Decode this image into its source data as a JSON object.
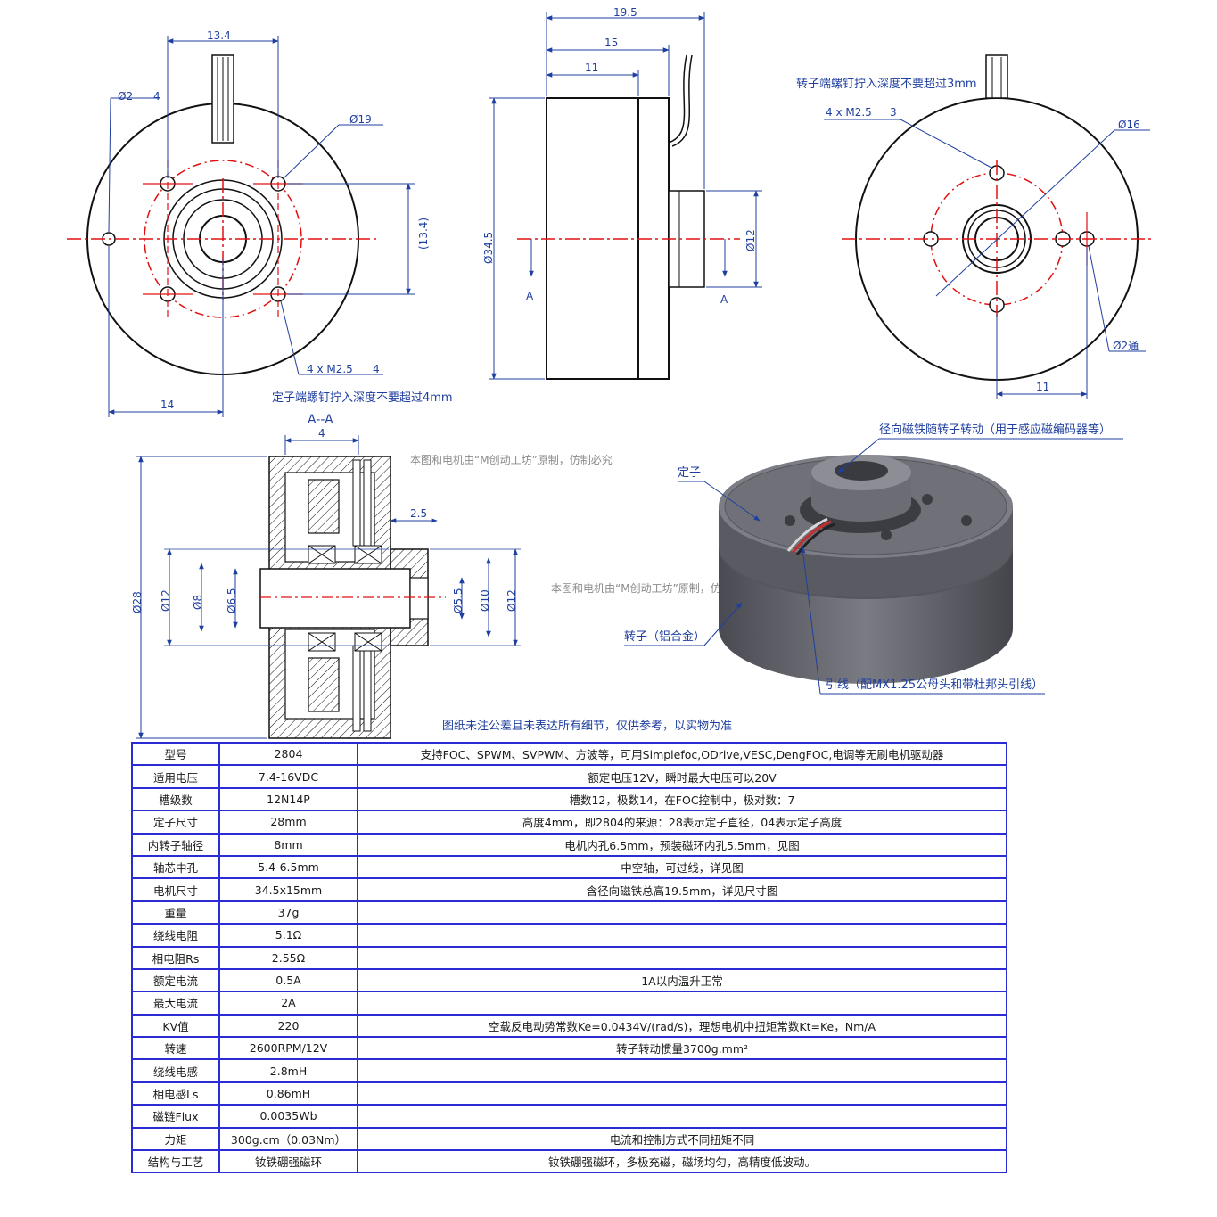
{
  "views": {
    "front": {
      "dims": {
        "top_width": "13.4",
        "side_height": "(13.4)",
        "bottom_width": "14"
      },
      "labels": {
        "hole_depth": "Ø2",
        "hole_depth_num": "4",
        "circle_dia": "Ø19",
        "screw_spec": "4 x M2.5",
        "screw_depth": "4"
      },
      "note": "定子端螺钉拧入深度不要超过4mm"
    },
    "side": {
      "dims": {
        "total_length": "19.5",
        "body_length": "15",
        "stator_length": "11",
        "diameter": "Ø34.5",
        "shaft_boss": "Ø12"
      },
      "section_marks": [
        "A",
        "A"
      ]
    },
    "back": {
      "note": "转子端螺钉拧入深度不要超过3mm",
      "labels": {
        "screw_spec": "4 x M2.5",
        "screw_depth": "3",
        "circle_dia": "Ø16",
        "through_hole": "Ø2通"
      },
      "dims": {
        "offset": "11"
      }
    },
    "section": {
      "title": "A--A",
      "dims": {
        "top": "4",
        "step": "2.5",
        "outer": "Ø28",
        "d1": "Ø12",
        "d2": "Ø8",
        "d3": "Ø6.5",
        "d4": "Ø5.5",
        "d5": "Ø10",
        "d6": "Ø12"
      }
    },
    "photo": {
      "callouts": {
        "magnet": "径向磁铁随转子转动（用于感应磁编码器等）",
        "stator": "定子",
        "rotor": "转子（铝合金）",
        "lead": "引线（配MX1.25公母头和带杜邦头引线）"
      }
    },
    "watermarks": {
      "copyright": "本图和电机由“M创动工坊”原制，仿制必究"
    }
  },
  "spec_note": "图纸未注公差且未表达所有细节，仅供参考，以实物为准",
  "specs": [
    {
      "param": "型号",
      "value": "2804",
      "note": "支持FOC、SPWM、SVPWM、方波等，可用Simplefoc,ODrive,VESC,DengFOC,电调等无刷电机驱动器"
    },
    {
      "param": "适用电压",
      "value": "7.4-16VDC",
      "note": "额定电压12V，瞬时最大电压可以20V"
    },
    {
      "param": "槽级数",
      "value": "12N14P",
      "note": "槽数12，极数14，在FOC控制中，极对数：7"
    },
    {
      "param": "定子尺寸",
      "value": "28mm",
      "note": "高度4mm，即2804的来源：28表示定子直径，04表示定子高度"
    },
    {
      "param": "内转子轴径",
      "value": "8mm",
      "note": "电机内孔6.5mm，预装磁环内孔5.5mm，见图"
    },
    {
      "param": "轴芯中孔",
      "value": "5.4-6.5mm",
      "note": "中空轴，可过线，详见图"
    },
    {
      "param": "电机尺寸",
      "value": "34.5x15mm",
      "note": "含径向磁铁总高19.5mm，详见尺寸图"
    },
    {
      "param": "重量",
      "value": "37g",
      "note": ""
    },
    {
      "param": "绕线电阻",
      "value": "5.1Ω",
      "note": ""
    },
    {
      "param": "相电阻Rs",
      "value": "2.55Ω",
      "note": ""
    },
    {
      "param": "额定电流",
      "value": "0.5A",
      "note": "1A以内温升正常"
    },
    {
      "param": "最大电流",
      "value": "2A",
      "note": ""
    },
    {
      "param": "KV值",
      "value": "220",
      "note": "空载反电动势常数Ke=0.0434V/(rad/s)，理想电机中扭矩常数Kt=Ke，Nm/A"
    },
    {
      "param": "转速",
      "value": "2600RPM/12V",
      "note": "转子转动惯量3700g.mm²"
    },
    {
      "param": "绕线电感",
      "value": "2.8mH",
      "note": ""
    },
    {
      "param": "相电感Ls",
      "value": "0.86mH",
      "note": ""
    },
    {
      "param": "磁链Flux",
      "value": "0.0035Wb",
      "note": ""
    },
    {
      "param": "力矩",
      "value": "300g.cm（0.03Nm）",
      "note": "电流和控制方式不同扭矩不同"
    },
    {
      "param": "结构与工艺",
      "value": "钕铁硼强磁环",
      "note": "钕铁硼强磁环，多极充磁，磁场均匀，高精度低波动。"
    }
  ],
  "colors": {
    "dimension": "#1f3f9f",
    "centerline": "#e01010",
    "outline": "#111111",
    "table_border": "#2b2bd6",
    "rotor_grey": "#5f6068"
  }
}
